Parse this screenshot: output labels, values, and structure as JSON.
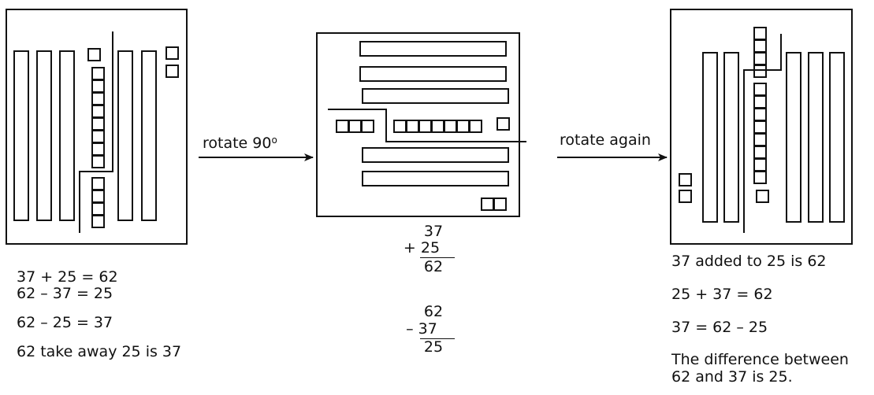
{
  "arrows": {
    "first_label": "rotate 90",
    "first_label_sup": "o",
    "second_label": "rotate again"
  },
  "left_panel": {
    "equations": [
      "37 + 25 = 62",
      "62 – 37 = 25",
      "62 – 25 = 37",
      "62 take away 25 is 37"
    ]
  },
  "middle_panel": {
    "addition": {
      "top": "37",
      "addend": "+ 25",
      "sum": "62"
    },
    "subtraction": {
      "top": "62",
      "subtrahend": "– 37",
      "difference": "25"
    }
  },
  "right_panel": {
    "statements": [
      "37 added to 25 is 62",
      "25 + 37 = 62",
      "37 = 62 – 25",
      "The difference between",
      "62 and 37 is 25."
    ]
  },
  "colors": {
    "ink": "#111111",
    "background": "#ffffff"
  }
}
